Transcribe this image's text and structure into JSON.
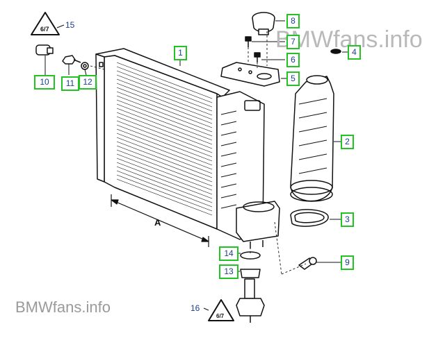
{
  "watermark_top": "BMWfans.info",
  "watermark_bottom": "BMWfans.info",
  "dimension_label": "A",
  "callouts": [
    {
      "id": "1",
      "text": "1"
    },
    {
      "id": "2",
      "text": "2"
    },
    {
      "id": "3",
      "text": "3"
    },
    {
      "id": "4",
      "text": "4"
    },
    {
      "id": "5",
      "text": "5"
    },
    {
      "id": "6",
      "text": "6"
    },
    {
      "id": "7",
      "text": "7"
    },
    {
      "id": "8",
      "text": "8"
    },
    {
      "id": "9",
      "text": "9"
    },
    {
      "id": "10",
      "text": "10"
    },
    {
      "id": "11",
      "text": "11"
    },
    {
      "id": "12",
      "text": "12"
    },
    {
      "id": "13",
      "text": "13"
    },
    {
      "id": "14",
      "text": "14"
    }
  ],
  "plain_labels": {
    "p15": "15",
    "p16": "16"
  }
}
